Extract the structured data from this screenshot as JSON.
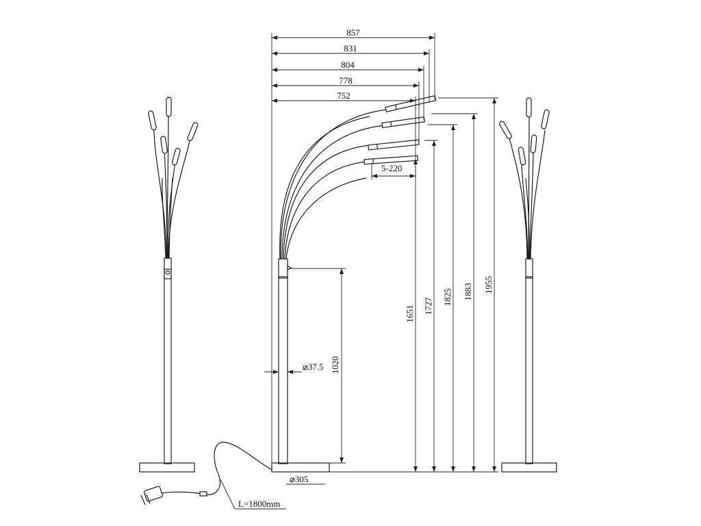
{
  "drawing": {
    "width_labels": [
      "857",
      "831",
      "804",
      "778",
      "752"
    ],
    "height_labels": [
      "1651",
      "1727",
      "1825",
      "1883",
      "1955"
    ],
    "switch_height_label": "1020",
    "pole_diameter_label": "⌀37.5",
    "base_diameter_label": "⌀305",
    "cable_length_label": "L=1800mm",
    "adjust_label": "5-220"
  },
  "views": [
    "left-side-view",
    "front-view",
    "right-side-view"
  ],
  "colors": {
    "line": "#1a1a1a",
    "background": "#ffffff"
  }
}
